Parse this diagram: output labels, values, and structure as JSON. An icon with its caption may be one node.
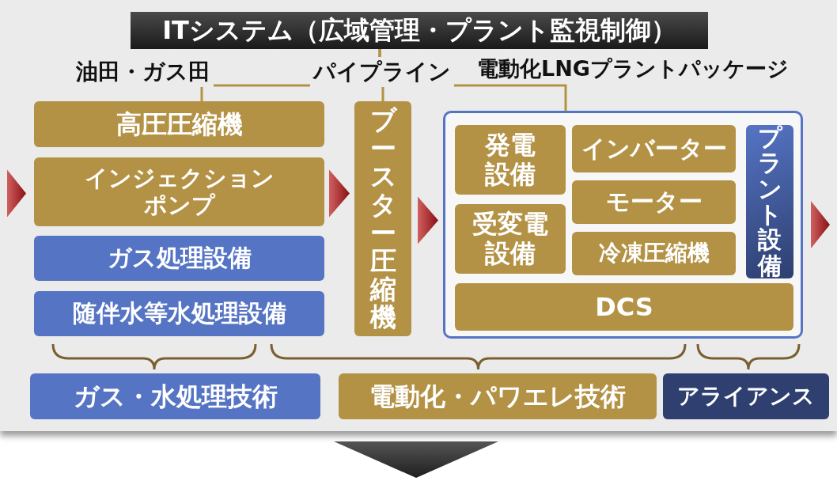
{
  "diagram": {
    "nodes": [
      {
        "text": [
          "ITシステム（広域管理・プラント監視制御）"
        ]
      },
      {
        "text": [
          "高圧圧縮機"
        ]
      },
      {
        "text": [
          "インジェクションポンプ"
        ]
      },
      {
        "text": [
          "ガス処理設備"
        ]
      },
      {
        "text": [
          "随伴水等水処理設備"
        ]
      },
      {
        "text": [
          "ブースター圧縮機"
        ]
      },
      {
        "text": [
          "電動化LNGプラントパッケージ"
        ]
      },
      {
        "text": [
          "発電設備"
        ],
        "in": 6
      },
      {
        "text": [
          "受変電設備"
        ],
        "in": 6
      },
      {
        "text": [
          "インバーター"
        ],
        "in": 6
      },
      {
        "text": [
          "モーター"
        ],
        "in": 6
      },
      {
        "text": [
          "冷凍圧縮機"
        ],
        "in": 6
      },
      {
        "text": [
          "プラント設備"
        ],
        "in": 6
      },
      {
        "text": [
          "DCS"
        ],
        "in": 6
      },
      {
        "text": [
          "ガス・水処理技術"
        ]
      },
      {
        "text": [
          "電動化・パワエレ技術"
        ]
      },
      {
        "text": [
          "アライアンス"
        ]
      }
    ],
    "edges": [
      {
        "from": 0,
        "to": 1,
        "arrow": "none"
      },
      {
        "from": 0,
        "to": 5,
        "arrow": "none"
      },
      {
        "from": 0,
        "to": 6,
        "arrow": "none"
      },
      {
        "from": null,
        "to": 2,
        "arrow": "to"
      },
      {
        "from": 2,
        "to": 5,
        "arrow": "to"
      },
      {
        "from": 5,
        "to": 6,
        "arrow": "to"
      },
      {
        "from": 6,
        "to": null,
        "arrow": "to"
      }
    ],
    "labels": [
      "油田・ガス田",
      "パイプライン"
    ]
  }
}
